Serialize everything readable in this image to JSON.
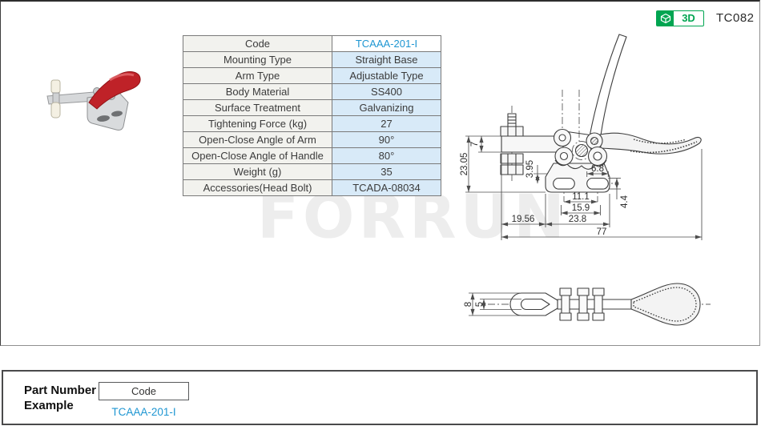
{
  "header": {
    "part_series_code": "TC082",
    "badge_3d": "3D",
    "badge_color": "#00a551"
  },
  "watermark_text": "FORRUN",
  "product_photo": {
    "description": "horizontal toggle clamp with red handle",
    "handle_color": "#bf2228",
    "metal_color": "#d9dbdd",
    "tip_color": "#f4f0e3"
  },
  "spec_table": {
    "code_text_color": "#1e96d2",
    "value_bg": "#d8eaf8",
    "rows": [
      {
        "label": "Code",
        "value": "TCAAA-201-I"
      },
      {
        "label": "Mounting Type",
        "value": "Straight Base"
      },
      {
        "label": "Arm Type",
        "value": "Adjustable Type"
      },
      {
        "label": "Body Material",
        "value": "SS400"
      },
      {
        "label": "Surface Treatment",
        "value": "Galvanizing"
      },
      {
        "label": "Tightening Force (kg)",
        "value": "27"
      },
      {
        "label": "Open-Close Angle of Arm",
        "value": "90°"
      },
      {
        "label": "Open-Close  Angle of Handle",
        "value": "80°"
      },
      {
        "label": "Weight (g)",
        "value": "35"
      },
      {
        "label": "Accessories(Head Bolt)",
        "value": "TCADA-08034"
      }
    ]
  },
  "drawing": {
    "front": {
      "arm_height": "7",
      "overall_height": "23.05",
      "slot_offset": "3.95",
      "slot_width": "6.8",
      "slot_pitch": "11.1",
      "slot_span": "15.9",
      "slot_length": "4.4",
      "left_offset": "19.56",
      "base_width": "23.8",
      "overall_length": "77"
    },
    "top": {
      "outer_width": "8",
      "inner_width": "5"
    }
  },
  "part_number_example": {
    "title_line1": "Part Number",
    "title_line2": "Example",
    "code_label": "Code",
    "code_value": "TCAAA-201-I"
  }
}
